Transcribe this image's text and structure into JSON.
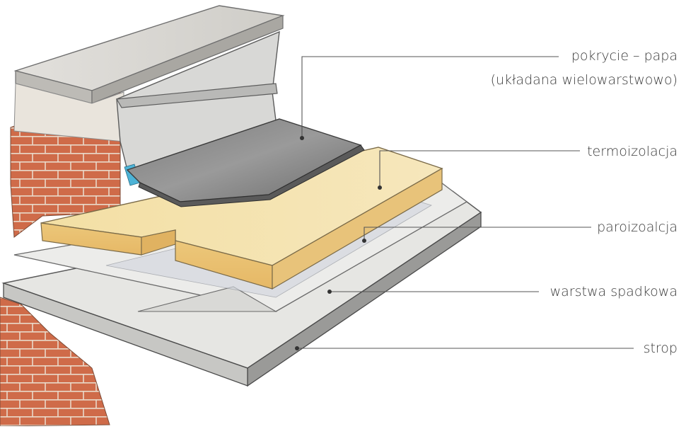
{
  "labels": {
    "pokrycie": "pokrycie – papa",
    "pokrycie_sub": "(układana wielowarstwowo)",
    "termoizolacja": "termoizolacja",
    "paroizolacja": "paroizoalcja",
    "warstwa_spadkowa": "warstwa spadkowa",
    "strop": "strop"
  },
  "colors": {
    "brick": "#c9603e",
    "mortar": "#e9d9c9",
    "insulation": "#f0d99a",
    "membrane": "#8a8a8a",
    "parapet": "#d2d0cc",
    "flashing": "#cfcfcf",
    "slab": "#e4e4e2",
    "slab_edge": "#9a9a98",
    "leader_line": "#555555",
    "accent_blue": "#4db3d6"
  }
}
